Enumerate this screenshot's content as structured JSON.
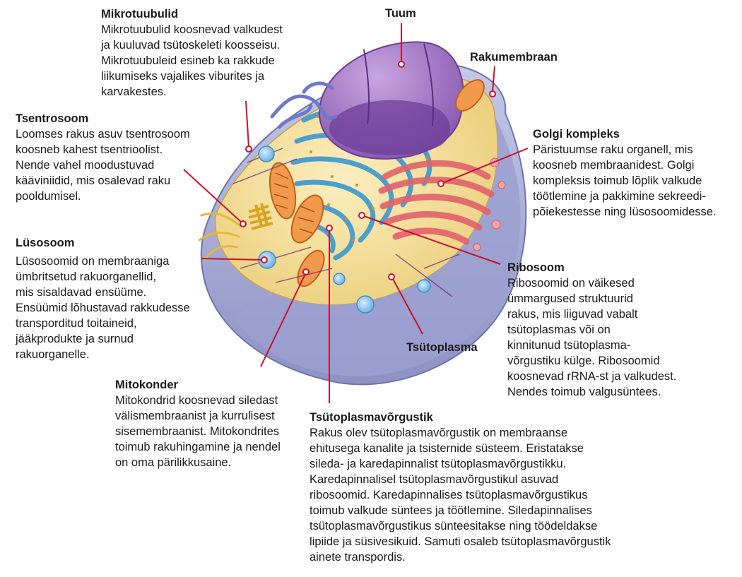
{
  "labels": {
    "mikrotuubulid": {
      "title": "Mikrotuubulid",
      "text": "Mikrotuubulid koosnevad valkudest\nja kuuluvad tsütoskeleti koosseisu.\nMikrotuubuleid esineb ka rakkude\nliikumiseks vajalikes viburites ja\nkarvakestes."
    },
    "tuum": {
      "title": "Tuum"
    },
    "rakumembraan": {
      "title": "Rakumembraan"
    },
    "tsentrosoom": {
      "title": "Tsentrosoom",
      "text": "Loomses rakus asuv tsentrosoom\nkoosneb kahest tsentrioolist.\nNende vahel moodustuvad\nkääviniidid, mis osalevad raku\npooldumisel."
    },
    "golgi": {
      "title": "Golgi kompleks",
      "text": "Päristuumse raku organell, mis\nkoosneb membraanidest. Golgi\nkompleksis toimub lõplik valkude\ntöötlemine ja pakkimine sekreedi-\npõiekestesse ning lüsosoomidesse."
    },
    "lysosoom": {
      "title": "Lüsosoom",
      "text": "Lüsosoomid on membraaniga\nümbritsetud rakuorganellid,\nmis sisaldavad ensüüme.\nEnsüümid lõhustavad rakkudesse\ntransporditud toitaineid,\njääkprodukte ja surnud\nrakuorganelle."
    },
    "ribosoom": {
      "title": "Ribosoom",
      "text": "Ribosoomid on väikesed\nümmargused struktuurid\nrakus, mis liiguvad vabalt\ntsütoplasmas või on\nkinnitunud tsütoplasma-\nvõrgustiku külge. Ribosoomid\nkoosnevad rRNA-st ja valkudest.\nNendes toimub valgusüntees."
    },
    "tsytoplasma": {
      "title": "Tsütoplasma"
    },
    "mitokonder": {
      "title": "Mitokonder",
      "text": "Mitokondrid koosnevad siledast\nvälismembraanist ja kurrulisest\nsisemembraanist. Mitokondrites\ntoimub rakuhingamine ja nendel\non oma pärilikkusaine."
    },
    "er": {
      "title": "Tsütoplasmavõrgustik",
      "text": "Rakus olev tsütoplasmavõrgustik on membraanse\nehitusega kanalite ja tsisternide süsteem. Eristatakse\nsileda- ja karedapinnalist tsütoplasmavõrgustikku.\nKaredapinnalisel tsütoplasmavõrgustikul asuvad\nribosoomid. Karedapinnalises tsütoplasmavõrgustikus\ntoimub valkude süntees ja töötlemine. Siledapinnalises\ntsütoplasmavõrgustikus sünteesitakse ning töödeldakse\nlipiide ja süsivesikuid. Samuti osaleb tsütoplasmavõrgustik\nainete transpordis."
    }
  },
  "colors": {
    "leader": "#c8102e",
    "membrane": "#a9aed6",
    "cytoplasm": "#f3df9a",
    "nucleus": "#9b6fc0",
    "er": "#4aa7d8",
    "golgi": "#e7757c",
    "mitochondria": "#e98a3c"
  }
}
